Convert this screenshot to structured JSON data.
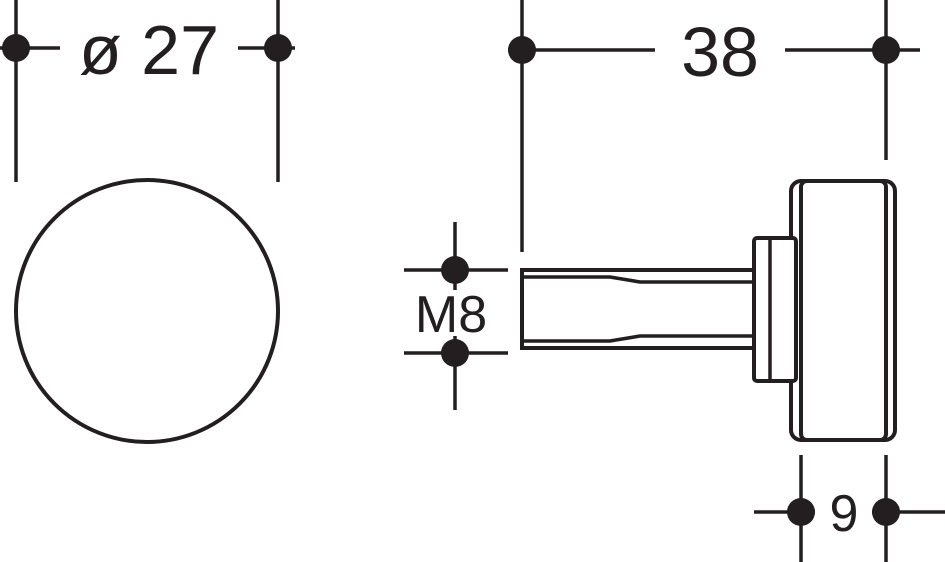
{
  "dimensions": {
    "knob_diameter": "ø 27",
    "total_length": "38",
    "thread": "M8",
    "rose_thickness": "9"
  },
  "colors": {
    "line": "#231f20",
    "background": "#ffffff"
  }
}
